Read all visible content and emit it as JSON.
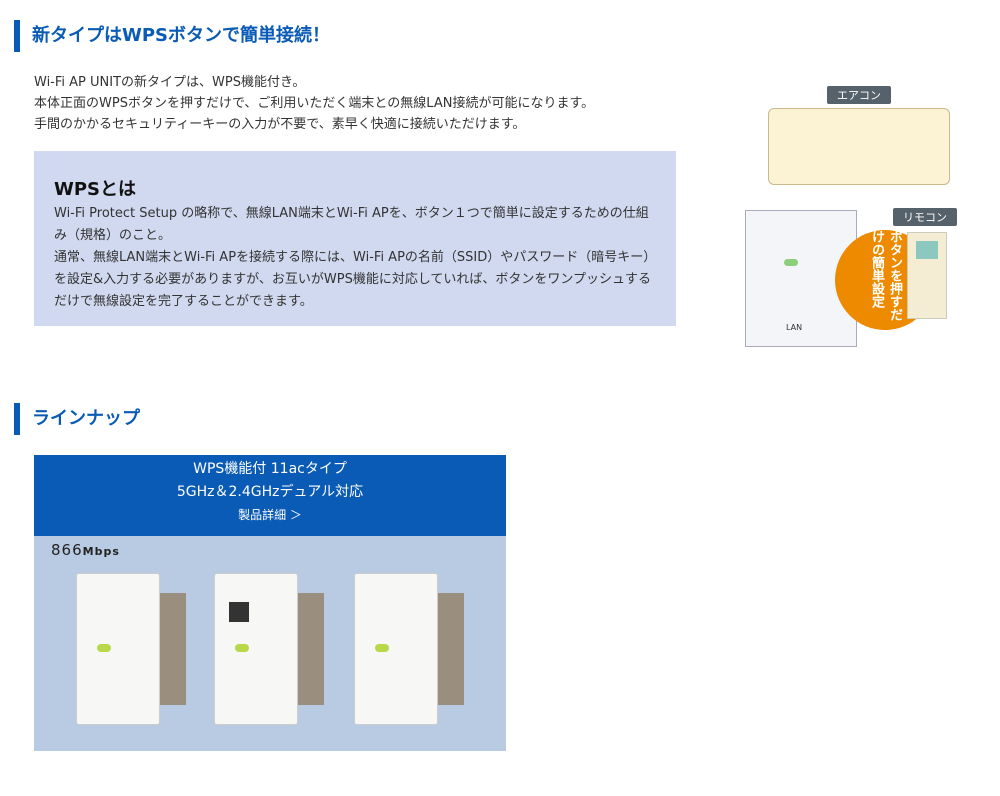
{
  "section1": {
    "title": "新タイプはWPSボタンで簡単接続！",
    "intro": [
      "Wi-Fi AP UNITの新タイプは、WPS機能付き。",
      "本体正面のWPSボタンを押すだけで、ご利用いただく端末との無線LAN接続が可能になります。",
      "手間のかかるセキュリティーキーの入力が不要で、素早く快適に接続いただけます。"
    ],
    "box": {
      "title": "WPSとは",
      "paragraphs": [
        "Wi-Fi Protect Setup の略称で、無線LAN端末とWi-Fi APを、ボタン１つで簡単に設定するための仕組み（規格）のこと。",
        "通常、無線LAN端末とWi-Fi APを接続する際には、Wi-Fi APの名前（SSID）やパスワード（暗号キー）を設定&入力する必要がありますが、お互いがWPS機能に対応していれば、ボタンをワンプッシュするだけで無線設定を完了することができます。"
      ]
    },
    "illustration": {
      "aircon_label": "エアコン",
      "remote_label": "リモコン",
      "circle_text": "ボタンを押すだけの簡単設定",
      "lan_label": "LAN"
    }
  },
  "section2": {
    "title": "ラインナップ",
    "card": {
      "line1": "WPS機能付 11acタイプ",
      "line2": "5GHz＆2.4GHzデュアル対応",
      "link": "製品詳細 ＞",
      "speed_value": "866",
      "speed_unit": "Mbps"
    }
  }
}
